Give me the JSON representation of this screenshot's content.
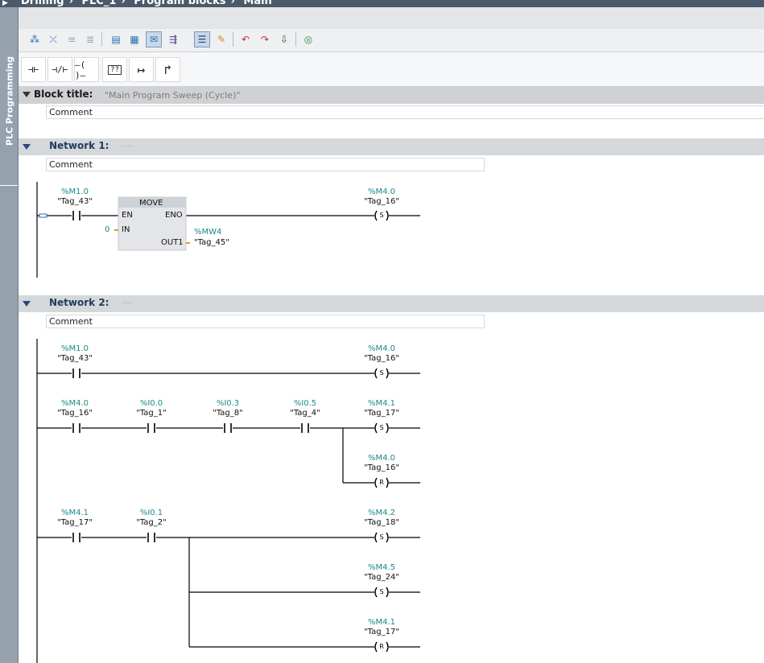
{
  "breadcrumb": [
    "Drilling",
    "PLC_1",
    "Program blocks",
    "Main"
  ],
  "side_tab": {
    "label": "PLC Programming"
  },
  "toolbar2": {
    "contact_no": "⊣⊢",
    "contact_nc": "⊣/⊢",
    "coil": "–( )–",
    "empty_box": "??",
    "open_branch": "↦",
    "close_branch": "↱"
  },
  "block": {
    "title_label": "Block title:",
    "title_value": "\"Main Program Sweep (Cycle)\"",
    "comment": "Comment"
  },
  "networks": [
    {
      "label": "Network 1:",
      "dots": "....",
      "comment": "Comment"
    },
    {
      "label": "Network 2:",
      "dots": "....",
      "comment": "Comment"
    }
  ],
  "n1": {
    "contact": {
      "addr": "%M1.0",
      "tag": "\"Tag_43\""
    },
    "move": {
      "title": "MOVE",
      "en": "EN",
      "eno": "ENO",
      "in": "IN",
      "out1": "OUT1",
      "in_value": "0"
    },
    "out1_operand": {
      "addr": "%MW4",
      "tag": "\"Tag_45\""
    },
    "coil": {
      "addr": "%M4.0",
      "tag": "\"Tag_16\"",
      "type": "S"
    }
  },
  "n2": {
    "r1_contact": {
      "addr": "%M1.0",
      "tag": "\"Tag_43\""
    },
    "r1_coil": {
      "addr": "%M4.0",
      "tag": "\"Tag_16\"",
      "type": "S"
    },
    "r2_c1": {
      "addr": "%M4.0",
      "tag": "\"Tag_16\""
    },
    "r2_c2": {
      "addr": "%I0.0",
      "tag": "\"Tag_1\""
    },
    "r2_c3": {
      "addr": "%I0.3",
      "tag": "\"Tag_8\""
    },
    "r2_c4": {
      "addr": "%I0.5",
      "tag": "\"Tag_4\""
    },
    "r2_coil": {
      "addr": "%M4.1",
      "tag": "\"Tag_17\"",
      "type": "S"
    },
    "r3_coil": {
      "addr": "%M4.0",
      "tag": "\"Tag_16\"",
      "type": "R"
    },
    "r4_c1": {
      "addr": "%M4.1",
      "tag": "\"Tag_17\""
    },
    "r4_c2": {
      "addr": "%I0.1",
      "tag": "\"Tag_2\""
    },
    "r4_coil": {
      "addr": "%M4.2",
      "tag": "\"Tag_18\"",
      "type": "S"
    },
    "r5_coil": {
      "addr": "%M4.5",
      "tag": "\"Tag_24\"",
      "type": "S"
    },
    "r6_coil": {
      "addr": "%M4.1",
      "tag": "\"Tag_17\"",
      "type": "R"
    }
  },
  "colors": {
    "address": "#1a8a8a",
    "header_bg": "#cfd1d4",
    "network_title": "#223a5e"
  },
  "icons": [
    "insert-network-icon",
    "delete-network-icon",
    "insert-row-icon",
    "delete-row-icon",
    "absolute-operands-icon",
    "network-comments-icon",
    "favorites-icon",
    "go-to-error-icon",
    "monitoring-icon"
  ]
}
